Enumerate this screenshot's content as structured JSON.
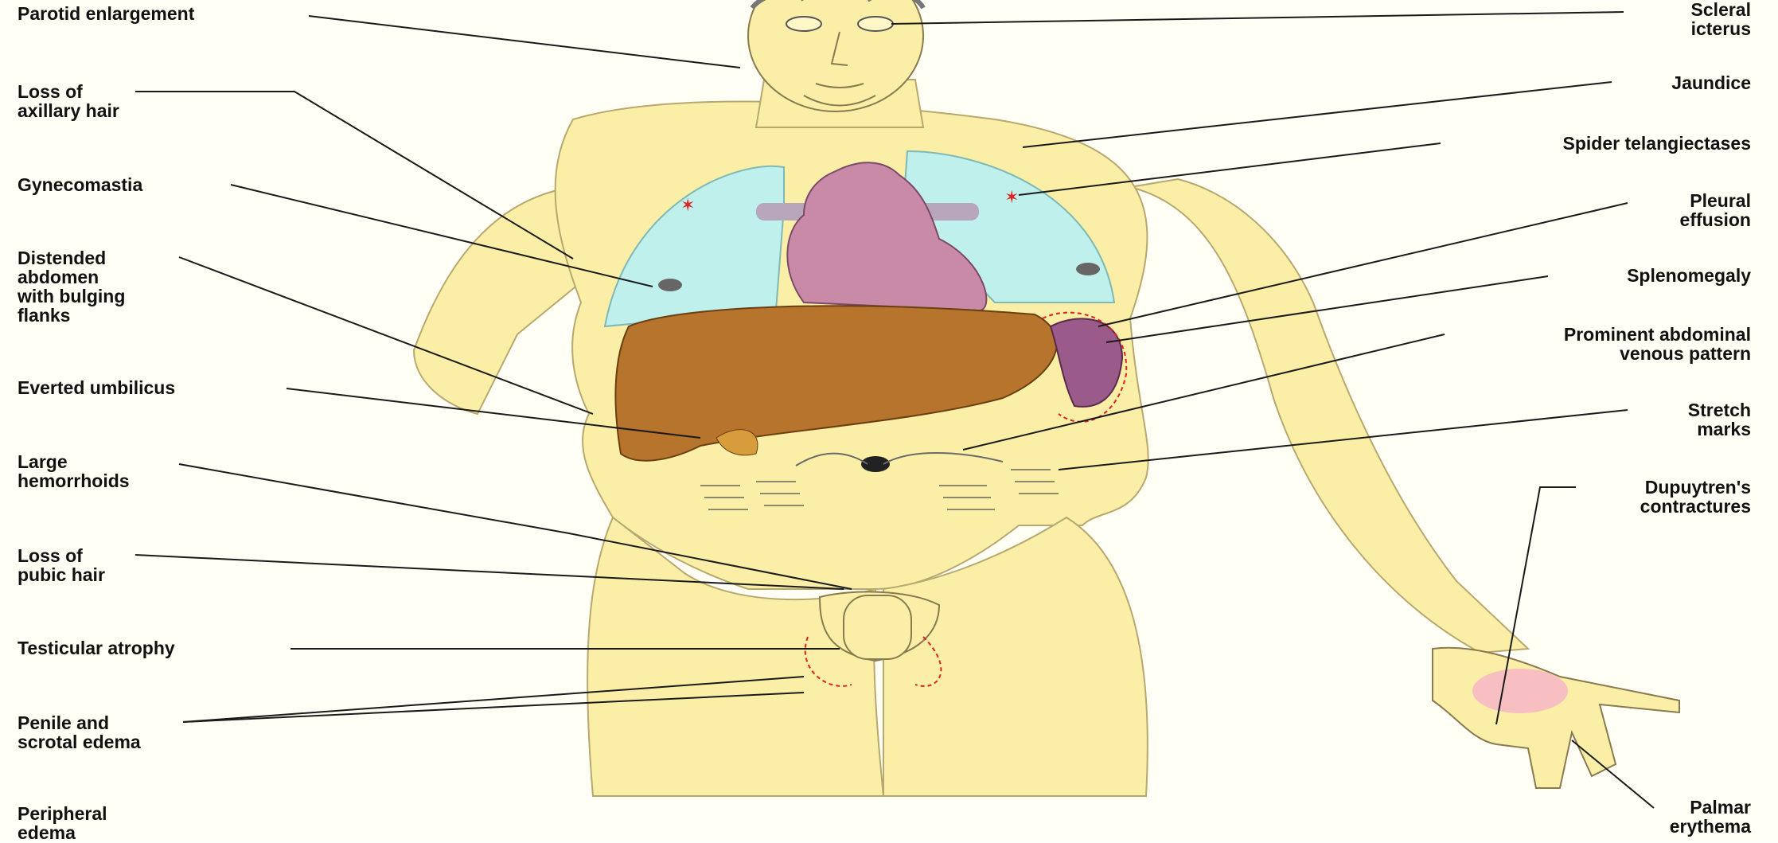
{
  "figure": {
    "labels_left": [
      "Parotid enlargement",
      "Loss of\naxillary hair",
      "Gynecomastia",
      "Distended\nabdomen\nwith bulging\nflanks",
      "Everted umbilicus",
      "Large\nhemorrhoids",
      "Loss of\npubic hair",
      "Testicular atrophy",
      "Penile and\nscrotal edema",
      "Peripheral\nedema"
    ],
    "labels_right": [
      "Scleral\nicterus",
      "Jaundice",
      "Spider telangiectases",
      "Pleural\neffusion",
      "Splenomegaly",
      "Prominent abdominal\nvenous pattern",
      "Stretch\nmarks",
      "Dupuytren's\ncontractures",
      "Palmar\nerythema"
    ]
  },
  "colors": {
    "skin": "#fbeea6",
    "lungs": "#bff0ec",
    "heart": "#c98aa8",
    "liver": "#b7742c",
    "spleen": "#9a5a8a",
    "palm_erythema": "#f7b6c8",
    "leader_line": "#1a1a1a"
  }
}
